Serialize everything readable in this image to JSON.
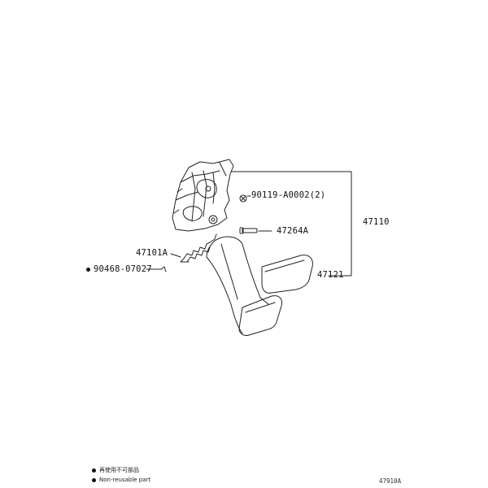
{
  "parts": {
    "bolt": "90119-A0002(2)",
    "pin": "47264A",
    "assembly": "47110",
    "spring": "47101A",
    "clip": "90468-07027",
    "pad": "47121"
  },
  "legend": {
    "line1": "再使用不可部品",
    "line2": "Non-reusable part"
  },
  "figure_ref": "47910A"
}
